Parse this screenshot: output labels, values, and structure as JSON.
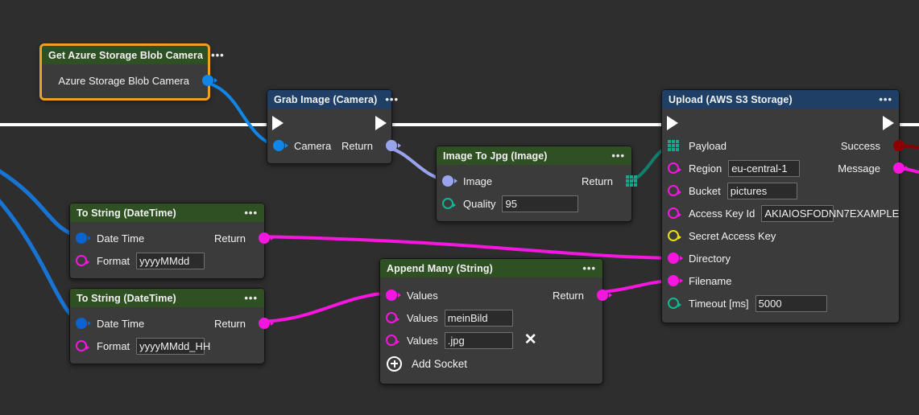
{
  "canvas": {
    "background": "#2e2e2e",
    "exec_wire_color": "#ffffff"
  },
  "palette": {
    "header_green": "#2f5022",
    "header_blue": "#1f3f66",
    "node_body": "#3b3b3b",
    "selection": "#f0a020",
    "socket_blue": "#0f86e8",
    "socket_purple": "#9aa3ee",
    "socket_magenta": "#f716e0",
    "socket_green": "#0fb894",
    "socket_yellow": "#e8e014",
    "socket_darkred": "#8b0000",
    "socket_array_teal": "#16a68b"
  },
  "nodes": {
    "get_azure": {
      "title": "Get Azure Storage Blob Camera",
      "menu": "•••",
      "selected": true,
      "output_label": "Azure Storage Blob Camera"
    },
    "grab_image": {
      "title": "Grab Image (Camera)",
      "menu": "•••",
      "input_label": "Camera",
      "output_label": "Return"
    },
    "image_to_jpg": {
      "title": "Image To Jpg (Image)",
      "menu": "•••",
      "input_image_label": "Image",
      "quality_label": "Quality",
      "quality_value": "95",
      "output_label": "Return"
    },
    "to_string_1": {
      "title": "To String (DateTime)",
      "menu": "•••",
      "datetime_label": "Date Time",
      "format_label": "Format",
      "format_value": "yyyyMMdd",
      "output_label": "Return"
    },
    "to_string_2": {
      "title": "To String (DateTime)",
      "menu": "•••",
      "datetime_label": "Date Time",
      "format_label": "Format",
      "format_value": "yyyyMMdd_HH",
      "output_label": "Return"
    },
    "append_many": {
      "title": "Append Many (String)",
      "menu": "•••",
      "values_label_1": "Values",
      "values_label_2": "Values",
      "values_value_2": "meinBild",
      "values_label_3": "Values",
      "values_value_3": ".jpg",
      "remove_label": "✕",
      "add_socket_label": "Add Socket",
      "output_label": "Return"
    },
    "upload_s3": {
      "title": "Upload (AWS S3 Storage)",
      "menu": "•••",
      "payload_label": "Payload",
      "region_label": "Region",
      "region_value": "eu-central-1",
      "bucket_label": "Bucket",
      "bucket_value": "pictures",
      "access_key_label": "Access Key Id",
      "access_key_value": "AKIAIOSFODNN7EXAMPLE",
      "secret_key_label": "Secret Access Key",
      "directory_label": "Directory",
      "filename_label": "Filename",
      "timeout_label": "Timeout [ms]",
      "timeout_value": "5000",
      "success_label": "Success",
      "message_label": "Message"
    }
  }
}
